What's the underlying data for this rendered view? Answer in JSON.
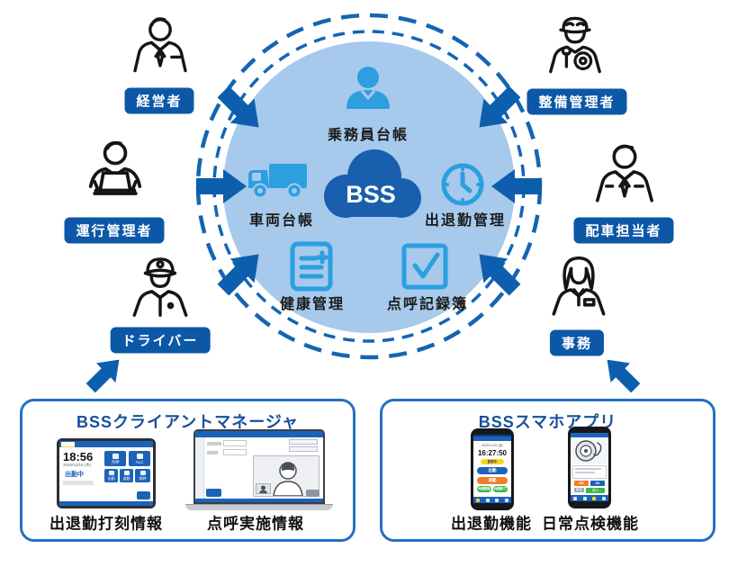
{
  "diagram": {
    "cloud_label": "BSS",
    "features": [
      {
        "label": "乗務員台帳"
      },
      {
        "label": "車両台帳"
      },
      {
        "label": "出退勤管理"
      },
      {
        "label": "健康管理"
      },
      {
        "label": "点呼記録簿"
      }
    ],
    "roles": [
      {
        "label": "経営者"
      },
      {
        "label": "整備管理者"
      },
      {
        "label": "運行管理者"
      },
      {
        "label": "配車担当者"
      },
      {
        "label": "ドライバー"
      },
      {
        "label": "事務"
      }
    ]
  },
  "client_box": {
    "title": "BSSクライアントマネージャ",
    "captions": [
      {
        "label": "出退勤打刻情報"
      },
      {
        "label": "点呼実施情報"
      }
    ],
    "tablet": {
      "time": "18:56",
      "date": "2025/12/18 (木)",
      "status": "出勤中",
      "buttons": [
        {
          "label": "点呼"
        },
        {
          "label": "ALC"
        },
        {
          "label": "出勤"
        },
        {
          "label": "退勤"
        },
        {
          "label": "随時"
        }
      ]
    }
  },
  "app_box": {
    "title": "BSSスマホアプリ",
    "captions": [
      {
        "label": "出退勤機能"
      },
      {
        "label": "日常点検機能"
      }
    ],
    "phone_attendance": {
      "date": "2025/11/28 (金)",
      "time": "16:27:50",
      "badge": "勤務中",
      "buttons": [
        {
          "label": "出勤"
        },
        {
          "label": "退勤"
        },
        {
          "label": "休憩開始"
        },
        {
          "label": "休憩終了"
        }
      ]
    },
    "phone_inspection": {
      "buttons": [
        {
          "label": "NG"
        },
        {
          "label": "OK"
        },
        {
          "label": "戻る"
        },
        {
          "label": "次へ"
        }
      ]
    }
  },
  "colors": {
    "pill_blue": "#0d57a7",
    "arrow_blue": "#0d5fae",
    "ring_blue": "#1465b2",
    "circle_fill": "#a6c9ec",
    "icon_blue": "#2b9fdf",
    "cloud_blue": "#1a5fae",
    "box_border": "#2470c4",
    "title_blue": "#15509e",
    "device_blue": "#1b63b8",
    "orange": "#f07e26",
    "green": "#3cb54a",
    "yellow": "#f5d825"
  }
}
